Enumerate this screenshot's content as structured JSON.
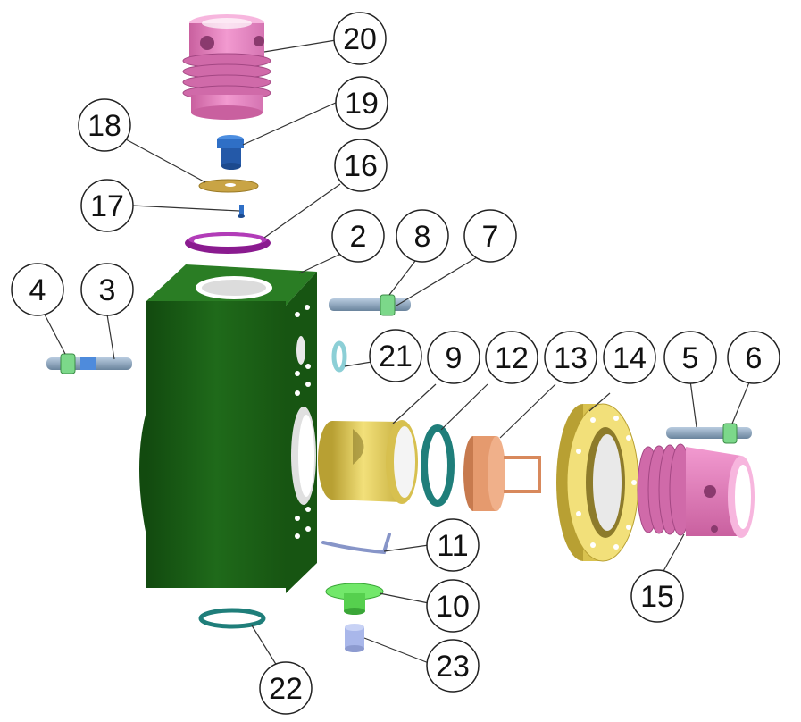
{
  "diagram": {
    "type": "exploded-assembly",
    "part_labels": {
      "p2": "2",
      "p3": "3",
      "p4": "4",
      "p5": "5",
      "p6": "6",
      "p7": "7",
      "p8": "8",
      "p9": "9",
      "p10": "10",
      "p11": "11",
      "p12": "12",
      "p13": "13",
      "p14": "14",
      "p15": "15",
      "p16": "16",
      "p17": "17",
      "p18": "18",
      "p19": "19",
      "p20": "20",
      "p21": "21",
      "p22": "22",
      "p23": "23"
    },
    "colors": {
      "body_green": "#1f6a1a",
      "body_green_dark": "#124a0f",
      "pink": "#e07ab8",
      "pink_dark": "#b85595",
      "gold": "#e8d35a",
      "gold_dark": "#b8a033",
      "copper": "#e59a6e",
      "teal": "#1f7e7a",
      "purple": "#8a1b8f",
      "blue": "#2f6fc6",
      "steel": "#8fa7bd",
      "lime": "#72e86a",
      "tan": "#c9a445",
      "light_cyan": "#a7dbe0",
      "lavender": "#a9b7ea"
    }
  }
}
